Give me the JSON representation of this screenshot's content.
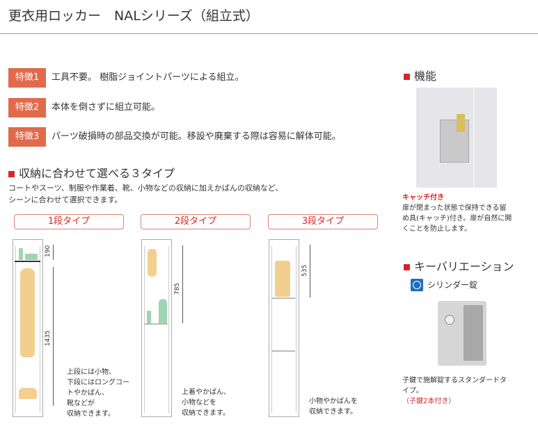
{
  "title": "更衣用ロッカー　NALシリーズ（組立式）",
  "features": [
    {
      "badge": "特徴1",
      "text": "工具不要。 樹脂ジョイントパーツによる組立。"
    },
    {
      "badge": "特徴2",
      "text": "本体を倒さずに組立可能。"
    },
    {
      "badge": "特徴3",
      "text": "パーツ破損時の部品交換が可能。移設や廃棄する際は容易に解体可能。"
    }
  ],
  "storage": {
    "heading": "収納に合わせて選べる３タイプ",
    "intro": [
      "コートやスーツ、制服や作業着、靴、小物などの収納に加えかばんの収納など、",
      "シーンに合わせて選択できます。"
    ],
    "types": [
      {
        "label": "1段タイプ",
        "dims": [
          "190",
          "1435"
        ],
        "desc": [
          "上段には小物、",
          "下段にはロングコー",
          "トやかばん、",
          "靴などが",
          "収納できます。"
        ]
      },
      {
        "label": "2段タイプ",
        "dims": [
          "785"
        ],
        "desc": [
          "上着やかばん、",
          "小物などを",
          "収納できます。"
        ]
      },
      {
        "label": "3段タイプ",
        "dims": [
          "535"
        ],
        "desc": [
          "小物やかばんを",
          "収納できます。"
        ]
      }
    ]
  },
  "function": {
    "heading": "機能",
    "caption_title": "キャッチ付き",
    "caption": [
      "扉が閉まった状態で保持できる留",
      "め具(キャッチ)付き。扉が自然に開",
      "くことを防止します。"
    ]
  },
  "keys": {
    "heading": "キーバリエーション",
    "item": "シリンダー錠",
    "desc": [
      "子鍵で施解錠するスタンダードタ",
      "イプ。"
    ],
    "note": "（子鍵2本付き）"
  },
  "colors": {
    "accent": "#d7262a",
    "badge": "#e06a4a",
    "item": "#f3cf8f",
    "green": "#9fd4b0"
  }
}
